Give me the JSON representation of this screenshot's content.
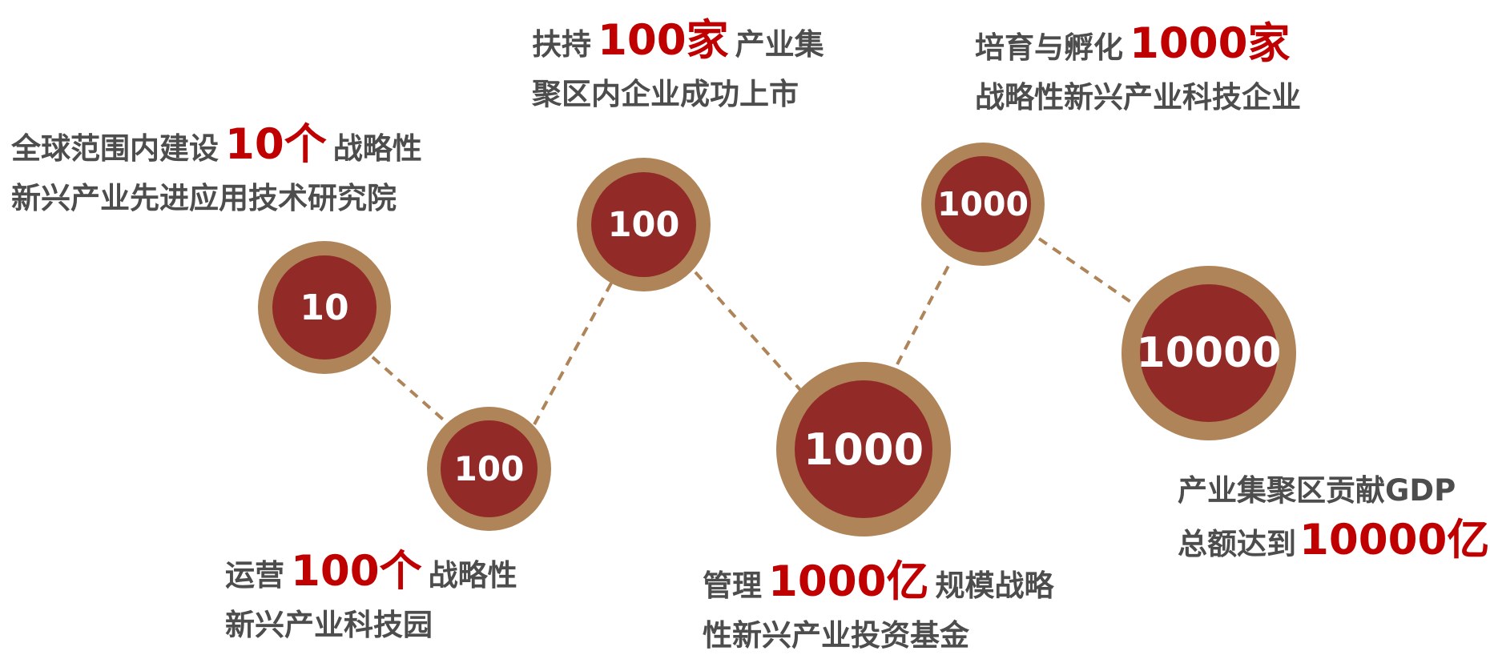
{
  "colors": {
    "ring": "#b08459",
    "core": "#922a28",
    "highlight": "#c00000",
    "text": "#4d4d4d",
    "connector": "#b08459"
  },
  "milestones": [
    {
      "node_label": "10",
      "caption_line1_pre": "全球范围内建设",
      "caption_highlight": "10个",
      "caption_line1_post": "战略性",
      "caption_line2": "新兴产业先进应用技术研究院"
    },
    {
      "node_label": "100",
      "caption_line1_pre": "运营",
      "caption_highlight": "100个",
      "caption_line1_post": "战略性",
      "caption_line2": "新兴产业科技园"
    },
    {
      "node_label": "100",
      "caption_line1_pre": "扶持",
      "caption_highlight": "100家",
      "caption_line1_post": "产业集",
      "caption_line2": "聚区内企业成功上市"
    },
    {
      "node_label": "1000",
      "caption_line1_pre": "管理",
      "caption_highlight": "1000亿",
      "caption_line1_post": "规模战略",
      "caption_line2": "性新兴产业投资基金"
    },
    {
      "node_label": "1000",
      "caption_line1_pre": "培育与孵化",
      "caption_highlight": "1000家",
      "caption_line1_post": "",
      "caption_line2": "战略性新兴产业科技企业"
    },
    {
      "node_label": "10000",
      "caption_line1_pre": "产业集聚区贡献GDP",
      "caption_highlight": "",
      "caption_line1_post": "",
      "caption_line2_pre": "总额达到",
      "caption_line2_highlight": "10000亿"
    }
  ]
}
